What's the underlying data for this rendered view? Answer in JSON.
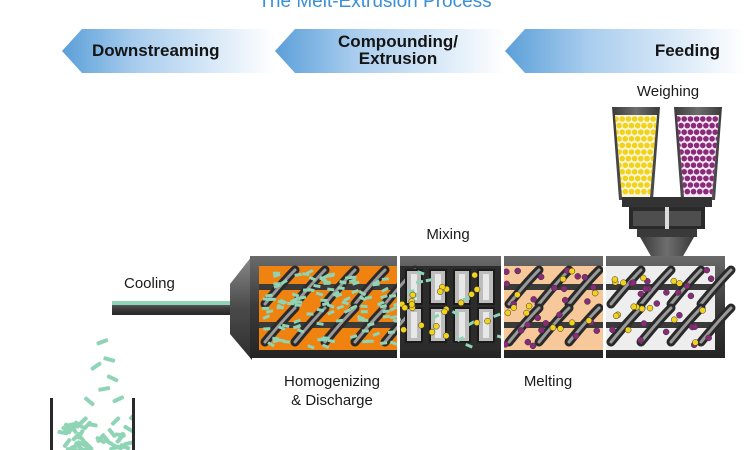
{
  "title": "The Melt-Extrusion Process",
  "stages": {
    "downstreaming": "Downstreaming",
    "compounding_line1": "Compounding/",
    "compounding_line2": "Extrusion",
    "feeding": "Feeding"
  },
  "labels": {
    "weighing": "Weighing",
    "mixing": "Mixing",
    "cooling": "Cooling",
    "homogenizing_line1": "Homogenizing",
    "homogenizing_line2": "& Discharge",
    "melting": "Melting"
  },
  "colors": {
    "arrow_blue": "#5b9fd8",
    "barrel": "#3a3a3a",
    "orange_zone": "#f0820f",
    "peach_zone": "#f6c89a",
    "green_strand": "#8fd4b4",
    "yellow_granule": "#f2d21a",
    "purple_granule": "#8a2a7a",
    "title_blue": "#3b8fd4"
  }
}
